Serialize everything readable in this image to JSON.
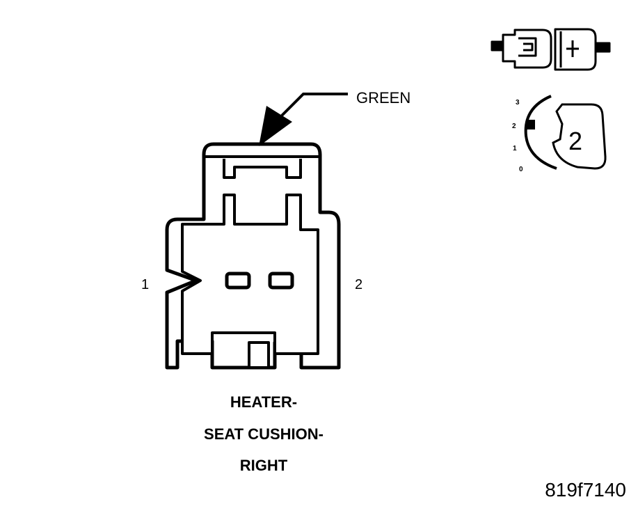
{
  "connector": {
    "wire_color_label": "GREEN",
    "pin_left": "1",
    "pin_right": "2",
    "caption": [
      "HEATER-",
      "SEAT CUSHION-",
      "RIGHT"
    ]
  },
  "legend": {
    "position_ticks": [
      "3",
      "2",
      "1",
      "0"
    ],
    "pin_count": "2"
  },
  "figure_id": "819f7140"
}
